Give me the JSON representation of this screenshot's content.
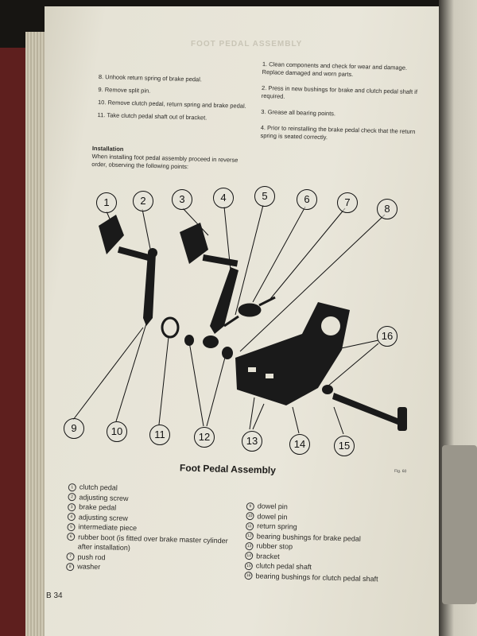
{
  "book": {
    "section_title": "FOOT PEDAL ASSEMBLY",
    "page_number": "B 34"
  },
  "steps_left": [
    "8. Unhook return spring of brake pedal.",
    "9. Remove split pin.",
    "10. Remove clutch pedal, return spring and brake pedal.",
    "11. Take clutch pedal shaft out of bracket."
  ],
  "installation": {
    "heading": "Installation",
    "text": "When installing foot pedal assembly proceed in reverse order, observing the following points:"
  },
  "steps_right": [
    "1. Clean components and check for wear and damage. Replace damaged and worn parts.",
    "2. Press in new bushings for brake and clutch pedal shaft if required.",
    "3. Grease all bearing points.",
    "4. Prior to reinstalling the brake pedal check that the return spring is seated correctly."
  ],
  "figure": {
    "caption": "Foot Pedal Assembly",
    "fig_label": "Fig. 60",
    "callouts": [
      "1",
      "2",
      "3",
      "4",
      "5",
      "6",
      "7",
      "8",
      "9",
      "10",
      "11",
      "12",
      "13",
      "14",
      "15",
      "16"
    ]
  },
  "legend_left": [
    {
      "num": "1",
      "text": "clutch pedal"
    },
    {
      "num": "2",
      "text": "adjusting screw"
    },
    {
      "num": "3",
      "text": "brake pedal"
    },
    {
      "num": "4",
      "text": "adjusting screw"
    },
    {
      "num": "5",
      "text": "intermediate piece"
    },
    {
      "num": "6",
      "text": "rubber boot (is fitted over brake master cylinder"
    },
    {
      "num": "",
      "text": "after installation)"
    },
    {
      "num": "7",
      "text": "push rod"
    },
    {
      "num": "8",
      "text": "washer"
    }
  ],
  "legend_right": [
    {
      "num": "9",
      "text": "dowel pin"
    },
    {
      "num": "10",
      "text": "dowel pin"
    },
    {
      "num": "11",
      "text": "return spring"
    },
    {
      "num": "12",
      "text": "bearing bushings for brake pedal"
    },
    {
      "num": "13",
      "text": "rubber stop"
    },
    {
      "num": "14",
      "text": "bracket"
    },
    {
      "num": "15",
      "text": "clutch pedal shaft"
    },
    {
      "num": "16",
      "text": "bearing bushings for clutch pedal shaft"
    }
  ]
}
